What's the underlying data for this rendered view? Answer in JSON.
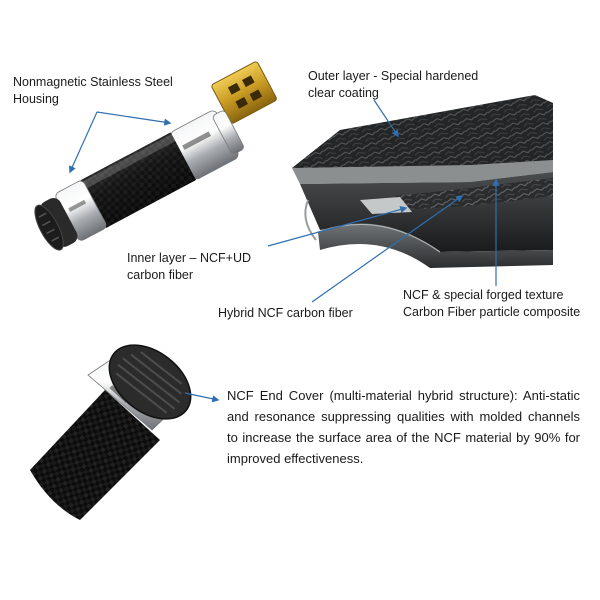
{
  "labels": {
    "housing": {
      "line1": "Nonmagnetic Stainless Steel",
      "line2": "Housing"
    },
    "outer_layer": {
      "line1": "Outer layer - Special hardened",
      "line2": "clear coating"
    },
    "inner_layer": {
      "line1": "Inner layer – NCF+UD",
      "line2": "carbon fiber"
    },
    "hybrid": {
      "line1": "Hybrid NCF carbon fiber"
    },
    "ncf_forged": {
      "line1": "NCF & special forged texture",
      "line2": "Carbon Fiber particle composite"
    }
  },
  "end_cover_description": "NCF End Cover (multi-material hybrid structure): Anti-static and resonance suppressing qualities with molded channels to increase the surface area of the NCF material by 90% for improved effectiveness.",
  "colors": {
    "arrow": "#2f6fb0",
    "carbon_dark": "#151515",
    "steel": "#c9ccd0",
    "gold": "#c89a22",
    "background": "#ffffff"
  },
  "illustrations": {
    "top_left": "usb-connector-carbon-fiber-housing",
    "top_right": "carbon-fiber-layer-cross-section",
    "bottom_left": "ncf-end-cover-closeup"
  }
}
